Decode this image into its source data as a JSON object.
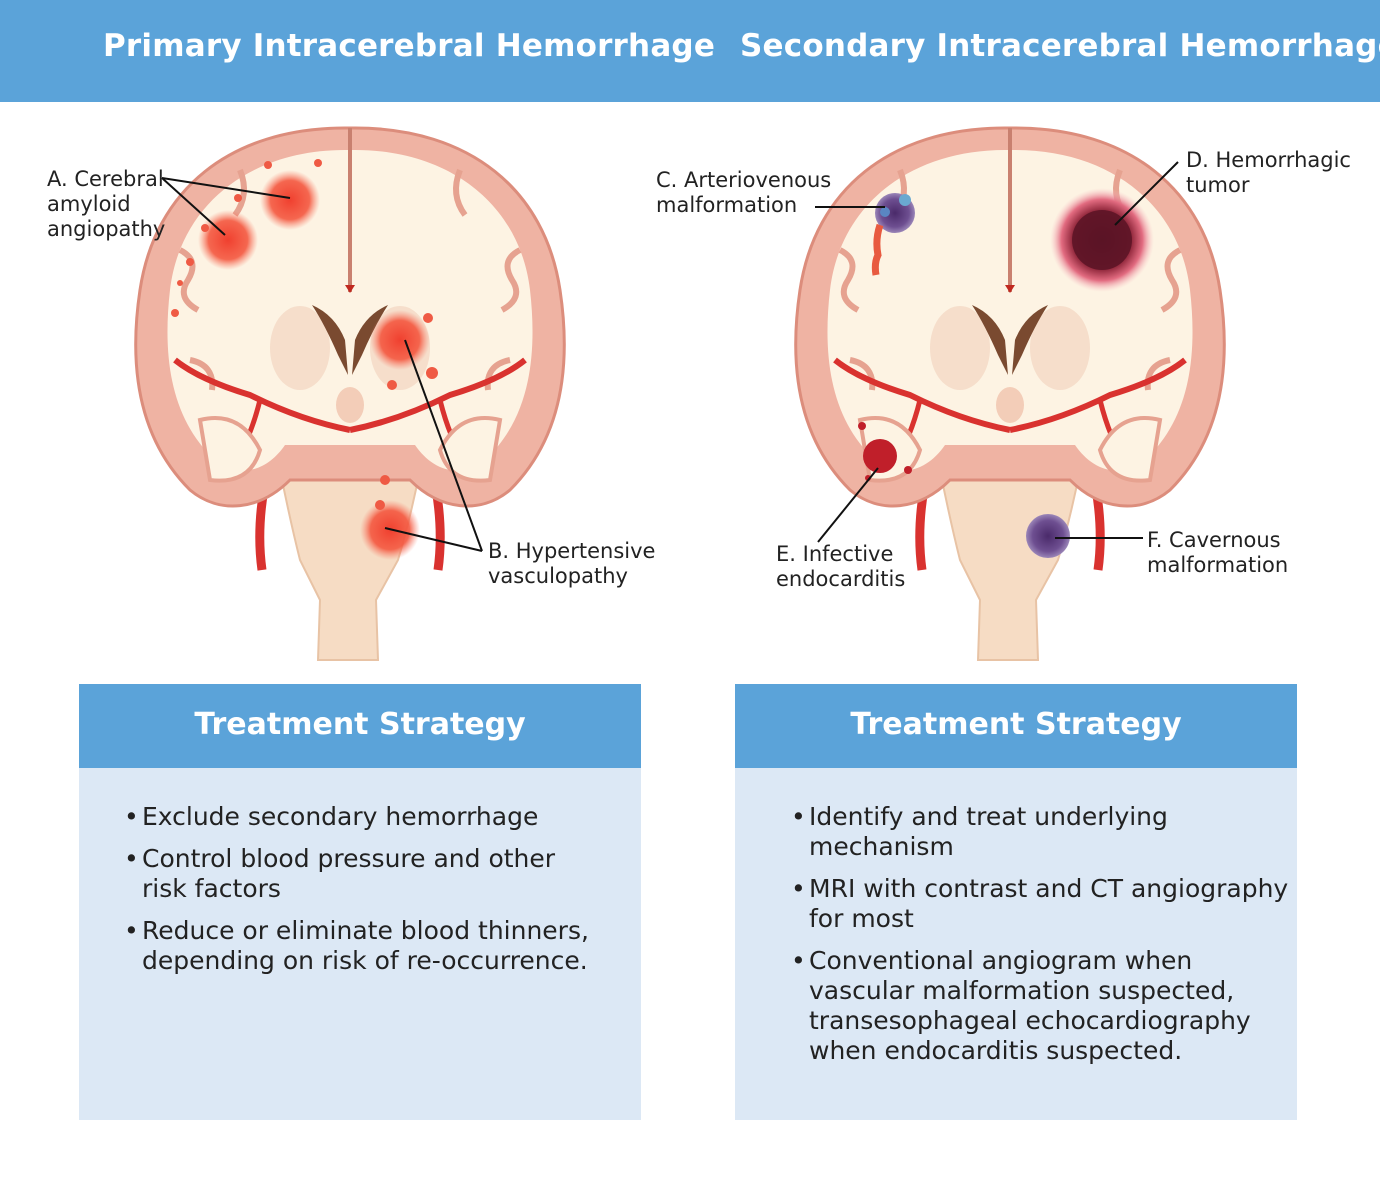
{
  "header": {
    "left_title": "Primary Intracerebral Hemorrhage",
    "right_title": "Secondary Intracerebral Hemorrhage",
    "color": "#5ba3d9"
  },
  "labels": {
    "a": {
      "line1": "A. Cerebral",
      "line2": "amyloid",
      "line3": "angiopathy"
    },
    "b": {
      "line1": "B. Hypertensive",
      "line2": "vasculopathy"
    },
    "c": {
      "line1": "C. Arteriovenous",
      "line2": "malformation"
    },
    "d": {
      "line1": "D. Hemorrhagic",
      "line2": "tumor"
    },
    "e": {
      "line1": "E. Infective",
      "line2": "endocarditis"
    },
    "f": {
      "line1": "F. Cavernous",
      "line2": "malformation"
    }
  },
  "panels": {
    "left": {
      "heading": "Treatment Strategy",
      "items": [
        {
          "line1": "Exclude secondary hemorrhage"
        },
        {
          "line1": "Control blood pressure and other",
          "line2": "risk factors"
        },
        {
          "line1": "Reduce or eliminate blood thinners,",
          "line2": "depending on risk of re-occurrence."
        }
      ]
    },
    "right": {
      "heading": "Treatment Strategy",
      "items": [
        {
          "line1": "Identify and treat underlying",
          "line2": "mechanism"
        },
        {
          "line1": "MRI with contrast and CT angiography",
          "line2": "for most"
        },
        {
          "line1": "Conventional angiogram when",
          "line2": "vascular malformation suspected,",
          "line3": "transesophageal echocardiography",
          "line4": "when endocarditis suspected."
        }
      ]
    }
  },
  "colors": {
    "panel_bg": "#dce8f5",
    "brain_outer": "#efb3a3",
    "brain_inner": "#fdf3e3",
    "vessel": "#d9322f",
    "hemorrhage": "#f24a3a"
  }
}
